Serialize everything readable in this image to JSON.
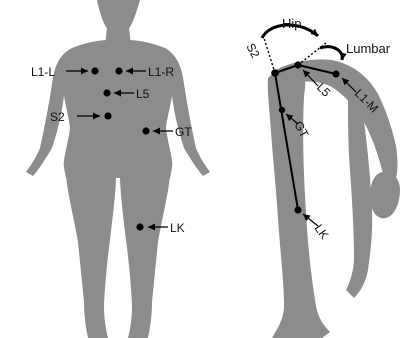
{
  "colors": {
    "body": "#8c8c8c",
    "ink": "#000000",
    "background": "#ffffff"
  },
  "front_view": {
    "markers": {
      "l1_left": "L1-L",
      "l1_right": "L1-R",
      "l5": "L5",
      "s2": "S2",
      "gt": "GT",
      "lk": "LK"
    }
  },
  "side_view": {
    "markers": {
      "s2": "S2",
      "l5": "L5",
      "l1_m": "L1-M",
      "gt": "GT",
      "lk": "LK"
    },
    "angles": {
      "hip": "Hip",
      "lumbar": "Lumbar"
    }
  }
}
